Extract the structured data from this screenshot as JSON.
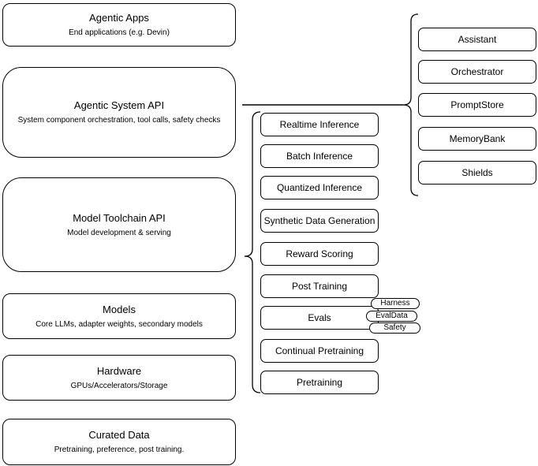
{
  "canvas": {
    "background_color": "#ffffff",
    "stroke_color": "#000000",
    "text_color": "#000000"
  },
  "left_column": [
    {
      "title": "Agentic Apps",
      "subtitle": "End applications (e.g. Devin)"
    },
    {
      "title": "Agentic System API",
      "subtitle": "System component orchestration, tool calls, safety checks"
    },
    {
      "title": "Model Toolchain API",
      "subtitle": "Model development & serving"
    },
    {
      "title": "Models",
      "subtitle": "Core LLMs, adapter weights, secondary models"
    },
    {
      "title": "Hardware",
      "subtitle": "GPUs/Accelerators/Storage"
    },
    {
      "title": "Curated Data",
      "subtitle": "Pretraining, preference, post training."
    }
  ],
  "middle_column": {
    "items": [
      "Realtime Inference",
      "Batch Inference",
      "Quantized Inference",
      "Synthetic Data Generation",
      "Reward Scoring",
      "Post Training",
      "Evals",
      "Continual Pretraining",
      "Pretraining"
    ]
  },
  "eval_tags": [
    "Harness",
    "EvalData",
    "Safety"
  ],
  "right_column": {
    "items": [
      "Assistant",
      "Orchestrator",
      "PromptStore",
      "MemoryBank",
      "Shields"
    ]
  }
}
